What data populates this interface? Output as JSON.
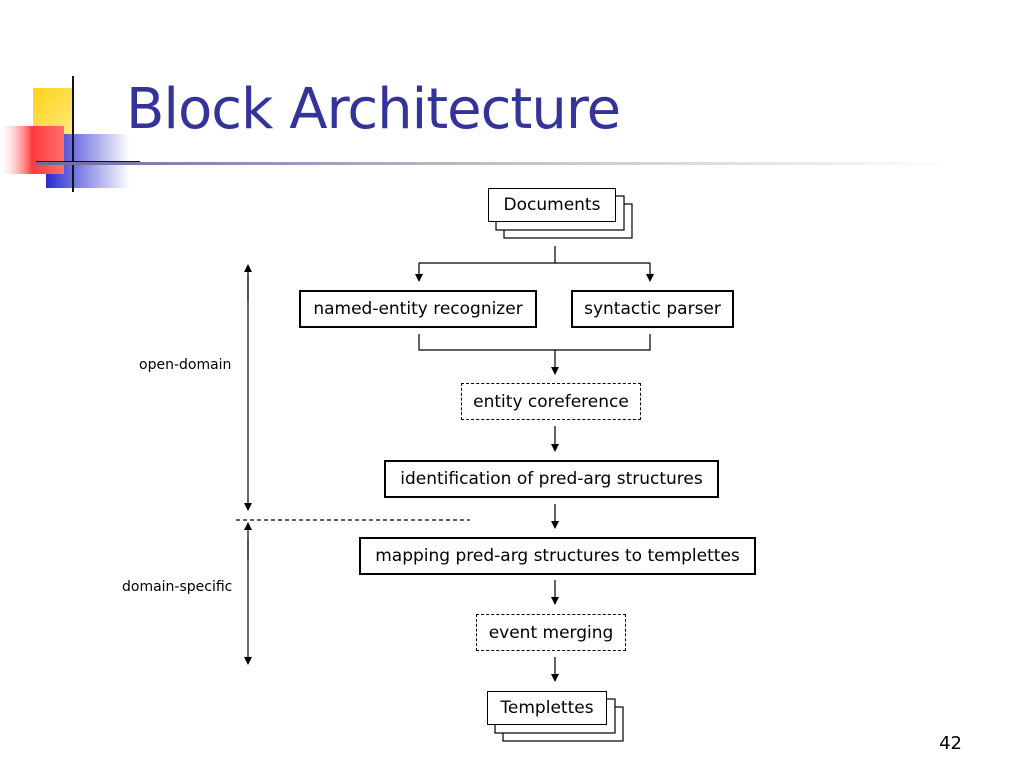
{
  "slide": {
    "title": "Block Architecture",
    "page_number": "42"
  },
  "diagram": {
    "nodes": {
      "documents": "Documents",
      "named_entity_recognizer": "named-entity recognizer",
      "syntactic_parser": "syntactic parser",
      "entity_coreference": "entity coreference",
      "pred_arg_identification": "identification of pred-arg structures",
      "mapping_to_templettes": "mapping pred-arg structures to templettes",
      "event_merging": "event merging",
      "templettes": "Templettes"
    },
    "ranges": {
      "open_domain": "open-domain",
      "domain_specific": "domain-specific"
    }
  },
  "colors": {
    "title": "#333399",
    "deco_yellow": "#ffcc00",
    "deco_red": "#ff3333",
    "deco_blue": "#3333cc"
  }
}
